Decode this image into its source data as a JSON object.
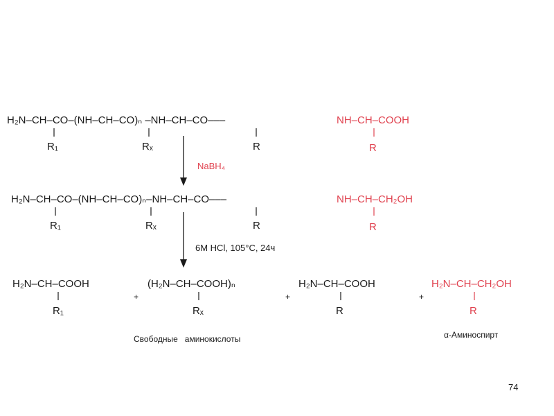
{
  "colors": {
    "accent": "#e0424f",
    "text": "#1a1a1a",
    "background": "#ffffff"
  },
  "row1": {
    "main": "H₂N–CH–CO–(NH–CH–CO)ₙ –NH–CH–CO–––",
    "red": "NH–CH–COOH",
    "subs": [
      "R₁",
      "Rₓ",
      "R"
    ],
    "red_sub": "R"
  },
  "reagent1": "NaBH₄",
  "row2": {
    "main": "H₂N–CH–CO–(NH–CH–CO)ₙ–NH–CH–CO–––",
    "red": "NH–CH–CH₂OH",
    "subs": [
      "R₁",
      "Rₓ",
      "R"
    ],
    "red_sub": "R"
  },
  "reagent2": "6M HCl, 105°C, 24ч",
  "row3": {
    "products": [
      "H₂N–CH–COOH",
      "(H₂N–CH–COOH)ₙ",
      "H₂N–CH–COOH"
    ],
    "subs": [
      "R₁",
      "Rₓ",
      "R"
    ],
    "red_product": "H₂N–CH–CH₂OH",
    "red_sub": "R",
    "plus": [
      "+",
      "+",
      "+"
    ]
  },
  "captions": {
    "free_amino_acids": "Свободные   аминокислоты",
    "amino_alcohol": "α-Аминоспирт"
  },
  "page_number": "74"
}
